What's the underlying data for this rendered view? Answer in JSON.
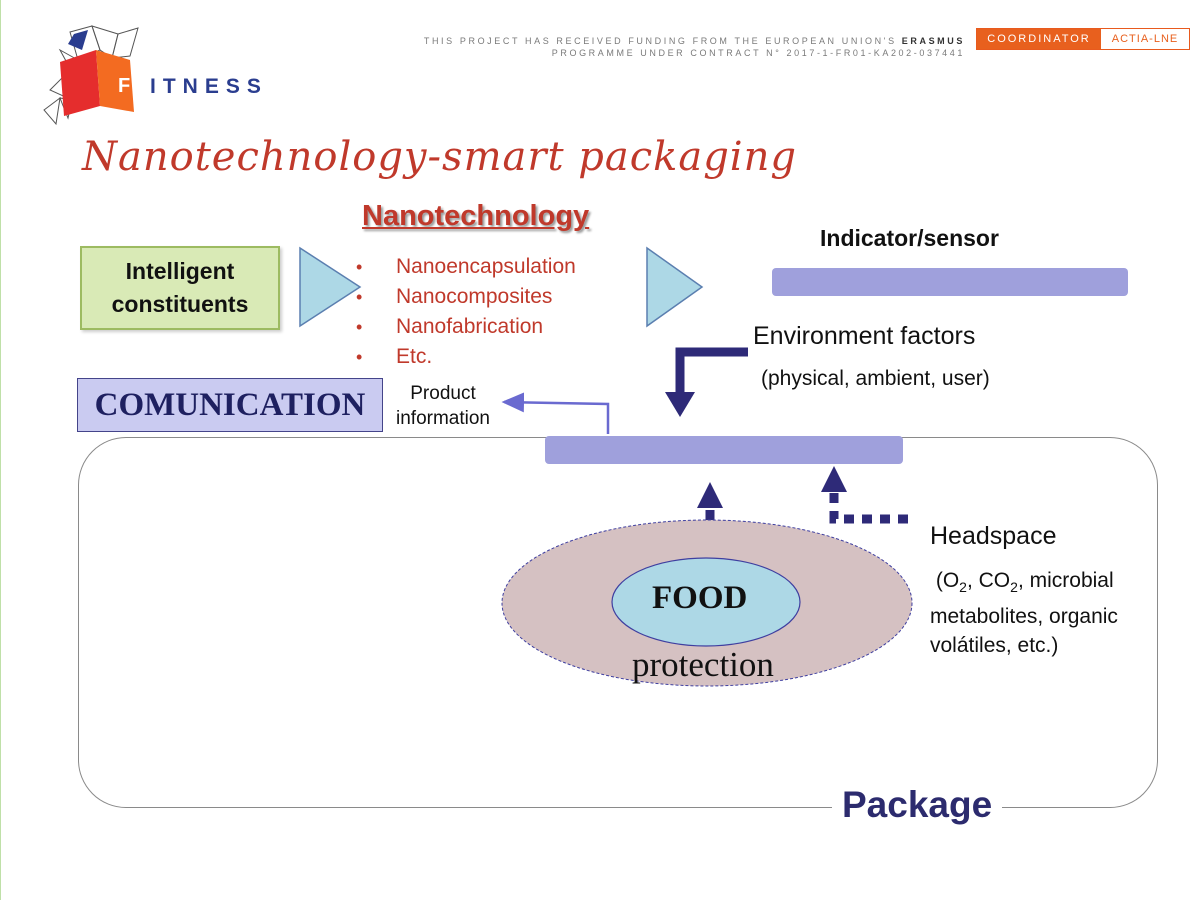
{
  "header": {
    "funding_line1_prefix": "THIS PROJECT HAS RECEIVED FUNDING FROM THE EUROPEAN UNION'S ",
    "funding_line1_bold": "ERASMUS",
    "funding_line2": "PROGRAMME UNDER CONTRACT N° 2017-1-FR01-KA202-037441",
    "coordinator_label": "COORDINATOR",
    "coordinator_name": "ACTIA-LNE",
    "logo_letter": "F",
    "logo_rest": "ITNESS"
  },
  "title": "Nanotechnology-smart packaging",
  "diagram": {
    "intelligent_line1": "Intelligent",
    "intelligent_line2": "constituents",
    "nano_heading": "Nanotechnology",
    "nano_items": [
      "Nanoencapsulation",
      "Nanocomposites",
      "Nanofabrication",
      "Etc."
    ],
    "indicator_label": "Indicator/sensor",
    "environment_label": "Environment factors",
    "environment_sub": "(physical, ambient, user)",
    "communication_label": "COMUNICATION",
    "product_info_line1": "Product",
    "product_info_line2": "information",
    "headspace_label": "Headspace",
    "headspace_o": "(O",
    "headspace_sub2a": "2",
    "headspace_co": ", CO",
    "headspace_sub2b": "2",
    "headspace_tail1": ", microbial",
    "headspace_line2": "metabolites, organic",
    "headspace_line3": "volátiles, etc.)",
    "food_label": "FOOD",
    "protection_label": "protection",
    "package_label": "Package"
  },
  "colors": {
    "title_red": "#c0392b",
    "sensor_purple": "#9fa0dc",
    "arrow_navy": "#2e2a78",
    "logo_orange": "#e8601e"
  }
}
